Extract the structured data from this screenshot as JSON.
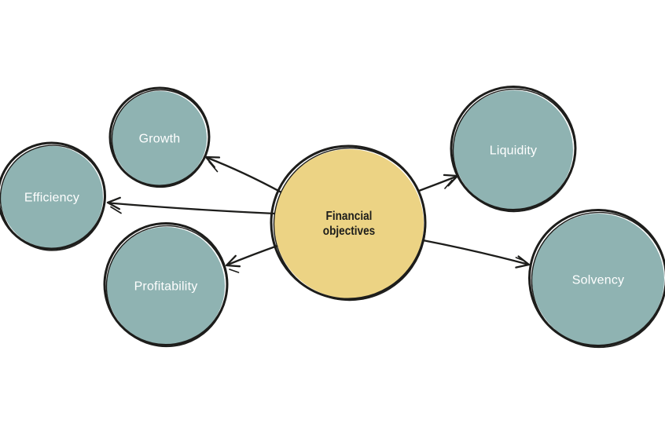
{
  "diagram": {
    "type": "hub-and-spoke",
    "hub": "Financial objectives",
    "spokes": [
      "Growth",
      "Efficiency",
      "Profitability",
      "Liquidity",
      "Solvency"
    ],
    "edges": [
      {
        "from": "Financial objectives",
        "to": "Growth"
      },
      {
        "from": "Financial objectives",
        "to": "Efficiency"
      },
      {
        "from": "Financial objectives",
        "to": "Profitability"
      },
      {
        "from": "Financial objectives",
        "to": "Liquidity"
      },
      {
        "from": "Financial objectives",
        "to": "Solvency"
      }
    ]
  },
  "hub": {
    "label": "Financial objectives",
    "label_line1": "Financial",
    "label_line2": "objectives"
  },
  "nodes": [
    {
      "label": "Growth"
    },
    {
      "label": "Efficiency"
    },
    {
      "label": "Profitability"
    },
    {
      "label": "Liquidity"
    },
    {
      "label": "Solvency"
    }
  ],
  "colors": {
    "background": "#ffffff",
    "node_fill": "#8fb3b2",
    "hub_fill": "#ecd384",
    "outline": "#1d1d1b",
    "node_text": "#ffffff",
    "hub_text": "#1d1d1b"
  }
}
